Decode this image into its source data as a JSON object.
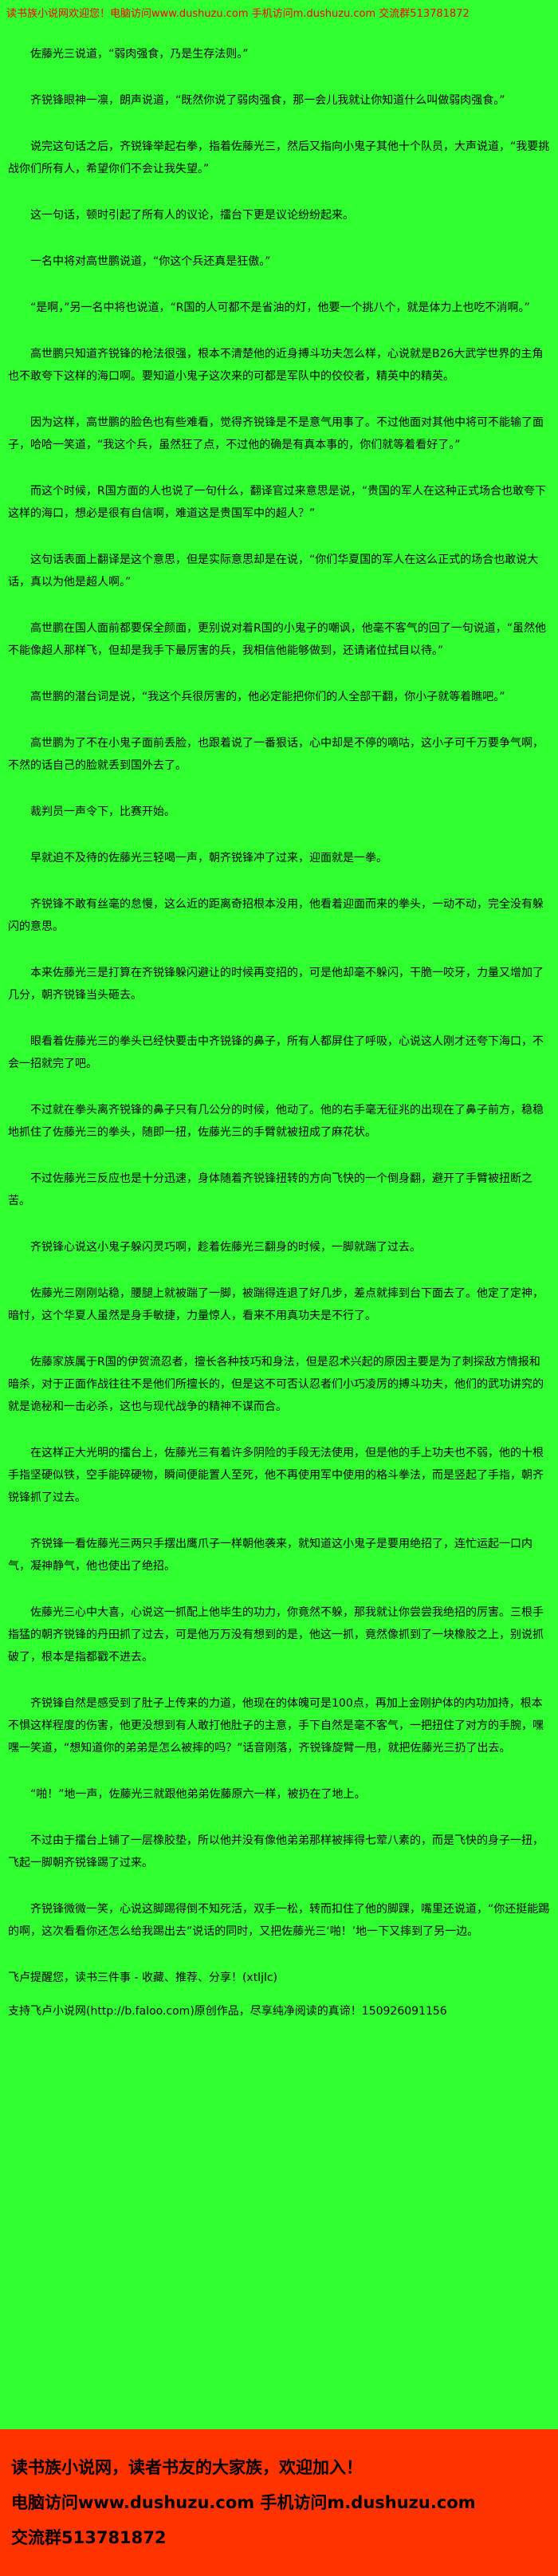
{
  "page": {
    "background_color": "#30ff30",
    "text_color": "#000000",
    "header_text_color": "#ff0000",
    "footer_background_color": "#ff3300",
    "footer_text_color": "#000000"
  },
  "header": {
    "text": "读书族小说网欢迎您！电脑访问www.dushuzu.com 手机访问m.dushuzu.com 交流群513781872"
  },
  "content": {
    "paragraphs": [
      "佐藤光三说道，“弱肉强食，乃是生存法则。”",
      "齐锐锋眼神一凛，朗声说道，“既然你说了弱肉强食，那一会儿我就让你知道什么叫做弱肉强食。”",
      "说完这句话之后，齐锐锋举起右拳，指着佐藤光三，然后又指向小鬼子其他十个队员，大声说道，“我要挑战你们所有人，希望你们不会让我失望。”",
      "这一句话，顿时引起了所有人的议论，擂台下更是议论纷纷起来。",
      "一名中将对高世鹏说道，“你这个兵还真是狂傲。”",
      "“是啊，”另一名中将也说道，“R国的人可都不是省油的灯，他要一个挑八个，就是体力上也吃不消啊。”",
      "高世鹏只知道齐锐锋的枪法很强，根本不清楚他的近身搏斗功夫怎么样，心说就是B26大武学世界的主角也不敢夸下这样的海口啊。要知道小鬼子这次来的可都是军队中的佼佼者，精英中的精英。",
      "因为这样，高世鹏的脸色也有些难看，觉得齐锐锋是不是意气用事了。不过他面对其他中将可不能输了面子，哈哈一笑道，“我这个兵，虽然狂了点，不过他的确是有真本事的，你们就等着看好了。”",
      "而这个时候，R国方面的人也说了一句什么，翻译官过来意思是说，“贵国的军人在这种正式场合也敢夸下这样的海口，想必是很有自信啊，难道这是贵国军中的超人？”",
      "这句话表面上翻译是这个意思，但是实际意思却是在说，“你们华夏国的军人在这么正式的场合也敢说大话，真以为他是超人啊。”",
      "高世鹏在国人面前都要保全颜面，更别说对着R国的小鬼子的嘲讽，他毫不客气的回了一句说道，“虽然他不能像超人那样飞，但却是我手下最厉害的兵，我相信他能够做到，还请诸位拭目以待。”",
      "高世鹏的潜台词是说，“我这个兵很厉害的，他必定能把你们的人全部干翻，你小子就等着瞧吧。”",
      "高世鹏为了不在小鬼子面前丢脸，也跟着说了一番狠话，心中却是不停的嘀咕，这小子可千万要争气啊，不然的话自己的脸就丢到国外去了。",
      "裁判员一声令下，比赛开始。",
      "早就迫不及待的佐藤光三轻喝一声，朝齐锐锋冲了过来，迎面就是一拳。",
      "齐锐锋不敢有丝毫的怠慢，这么近的距离奇招根本没用，他看着迎面而来的拳头，一动不动，完全没有躲闪的意思。",
      "本来佐藤光三是打算在齐锐锋躲闪避让的时候再变招的，可是他却毫不躲闪，干脆一咬牙，力量又增加了几分，朝齐锐锋当头砸去。",
      "眼看着佐藤光三的拳头已经快要击中齐锐锋的鼻子，所有人都屏住了呼吸，心说这人刚才还夸下海口，不会一招就完了吧。",
      "不过就在拳头离齐锐锋的鼻子只有几公分的时候，他动了。他的右手毫无征兆的出现在了鼻子前方，稳稳地抓住了佐藤光三的拳头，随即一扭，佐藤光三的手臂就被扭成了麻花状。",
      "不过佐藤光三反应也是十分迅速，身体随着齐锐锋扭转的方向飞快的一个倒身翻，避开了手臂被扭断之苦。",
      "齐锐锋心说这小鬼子躲闪灵巧啊，趁着佐藤光三翻身的时候，一脚就踹了过去。",
      "佐藤光三刚刚站稳，腰腿上就被踹了一脚，被踹得连退了好几步，差点就摔到台下面去了。他定了定神，暗忖，这个华夏人虽然是身手敏捷，力量惊人，看来不用真功夫是不行了。",
      "佐藤家族属于R国的伊贺流忍者，擅长各种技巧和身法，但是忍术兴起的原因主要是为了刺探敌方情报和暗杀，对于正面作战往往不是他们所擅长的，但是这不可否认忍者们小巧凌厉的搏斗功夫，他们的武功讲究的就是诡秘和一击必杀，这也与现代战争的精神不谋而合。",
      "在这样正大光明的擂台上，佐藤光三有着许多阴险的手段无法使用，但是他的手上功夫也不弱，他的十根手指坚硬似铁，空手能碎硬物，瞬间便能置人至死，他不再使用军中使用的格斗拳法，而是竖起了手指，朝齐锐锋抓了过去。",
      "齐锐锋一看佐藤光三两只手摆出鹰爪子一样朝他袭来，就知道这小鬼子是要用绝招了，连忙运起一口内气，凝神静气，他也使出了绝招。",
      "佐藤光三心中大喜，心说这一抓配上他毕生的功力，你竟然不躲，那我就让你尝尝我绝招的厉害。三根手指猛的朝齐锐锋的丹田抓了过去，可是他万万没有想到的是，他这一抓，竟然像抓到了一块橡胶之上，别说抓破了，根本是指都戳不进去。",
      "齐锐锋自然是感受到了肚子上传来的力道，他现在的体魄可是100点，再加上金刚护体的内功加持，根本不惧这样程度的伤害，他更没想到有人敢打他肚子的主意，手下自然是毫不客气，一把扭住了对方的手腕，嘿嘿一笑道，“想知道你的弟弟是怎么被摔的吗？”话音刚落，齐锐锋旋臂一甩，就把佐藤光三扔了出去。",
      "“啪！”地一声，佐藤光三就跟他弟弟佐藤原六一样，被扔在了地上。",
      "不过由于擂台上铺了一层橡胶垫，所以他并没有像他弟弟那样被摔得七荤八素的，而是飞快的身子一扭，飞起一脚朝齐锐锋踢了过来。",
      "齐锐锋微微一笑，心说这脚踢得倒不知死活，双手一松，转而扣住了他的脚踝，嘴里还说道，“你还挺能踢的啊，这次看看你还怎么给我踢出去”说话的同时，又把佐藤光三‘啪！’地一下又摔到了另一边。"
    ]
  },
  "notice": {
    "reminder": "飞卢提醒您，读书三件事 - 收藏、推荐、分享！(xtljlc)",
    "support": "支持飞卢小说网(http://b.faloo.com)原创作品，尽享纯净阅读的真谛！150926091156"
  },
  "footer": {
    "line1": "读书族小说网，读者书友的大家族，欢迎加入！",
    "line2": "电脑访问www.dushuzu.com 手机访问m.dushuzu.com",
    "line3": "交流群513781872"
  }
}
